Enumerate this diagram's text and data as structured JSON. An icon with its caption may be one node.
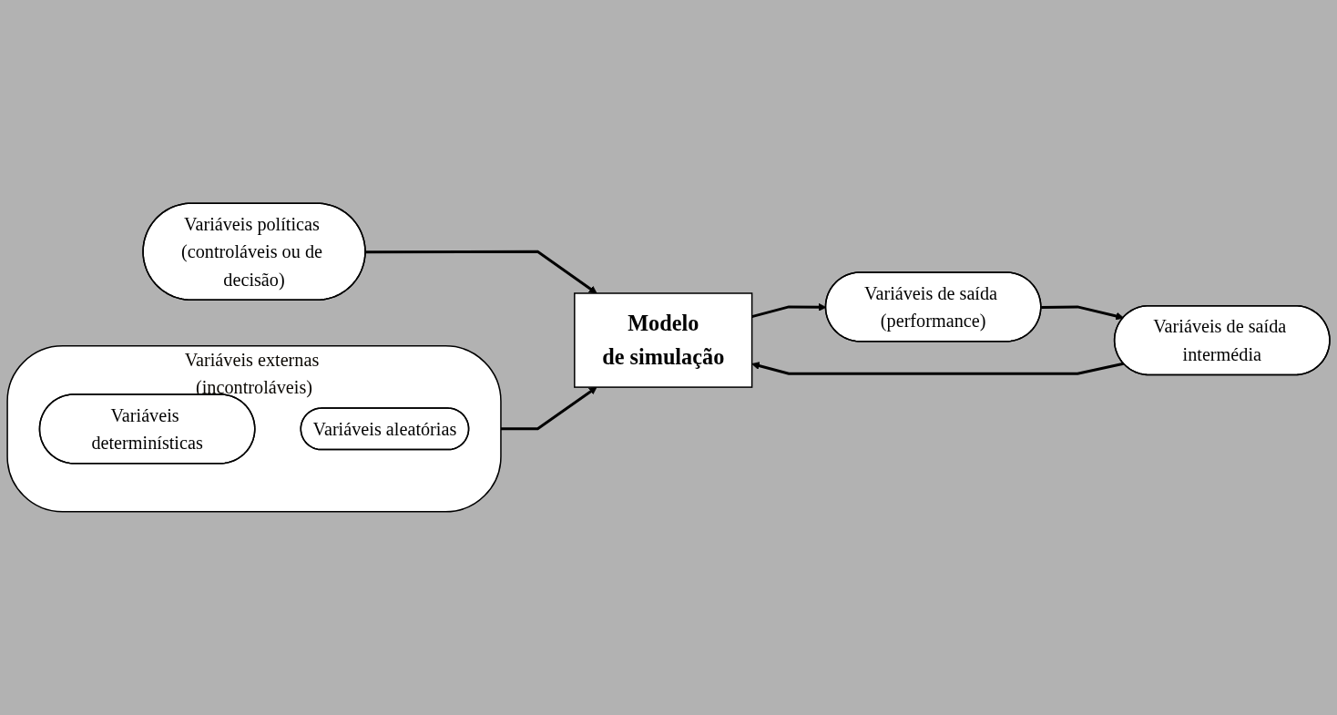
{
  "diagram": {
    "nodes": [
      {
        "text": [
          "Variáveis externas (incontroláveis)"
        ]
      },
      {
        "text": [
          "Variáveis determinísticas"
        ],
        "in": 0
      },
      {
        "text": [
          "Variáveis aleatórias"
        ],
        "in": 0
      },
      {
        "text": [
          "Variáveis políticas (controláveis ou de decisão)"
        ]
      },
      {
        "text": [
          "Modelo",
          "de simulação"
        ]
      },
      {
        "text": [
          "Variáveis de saída (performance)"
        ]
      },
      {
        "text": [
          "Variáveis de saída intermédia"
        ]
      }
    ],
    "edges": [
      {
        "from": 0,
        "to": 4,
        "arrow": "to"
      },
      {
        "from": 3,
        "to": 4,
        "arrow": "to"
      },
      {
        "from": 4,
        "to": 5,
        "arrow": "to"
      },
      {
        "from": 5,
        "to": 6,
        "arrow": "to"
      },
      {
        "from": 6,
        "to": 4,
        "arrow": "to"
      }
    ]
  }
}
